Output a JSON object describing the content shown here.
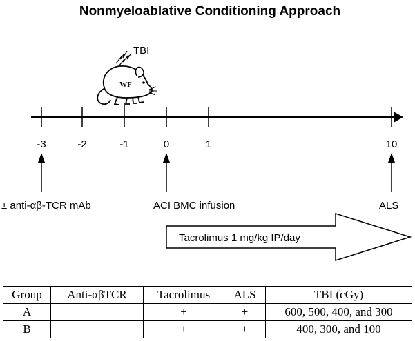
{
  "title": "Nonmyeloablative Conditioning Approach",
  "mouse": {
    "label": "WF",
    "irradiation_label": "TBI"
  },
  "timeline": {
    "ticks": [
      "-3",
      "-2",
      "-1",
      "0",
      "1",
      "10"
    ],
    "events": {
      "day_minus_3": "± anti-αβ-TCR mAb",
      "day_0": "ACI BMC infusion",
      "day_10": "ALS"
    },
    "treatment_arrow": "Tacrolimus 1 mg/kg IP/day"
  },
  "table": {
    "headers": [
      "Group",
      "Anti-αβTCR",
      "Tacrolimus",
      "ALS",
      "TBI (cGy)"
    ],
    "rows": [
      [
        "A",
        "",
        "+",
        "+",
        "600, 500, 400, and 300"
      ],
      [
        "B",
        "+",
        "+",
        "+",
        "400, 300, and 100"
      ]
    ]
  }
}
